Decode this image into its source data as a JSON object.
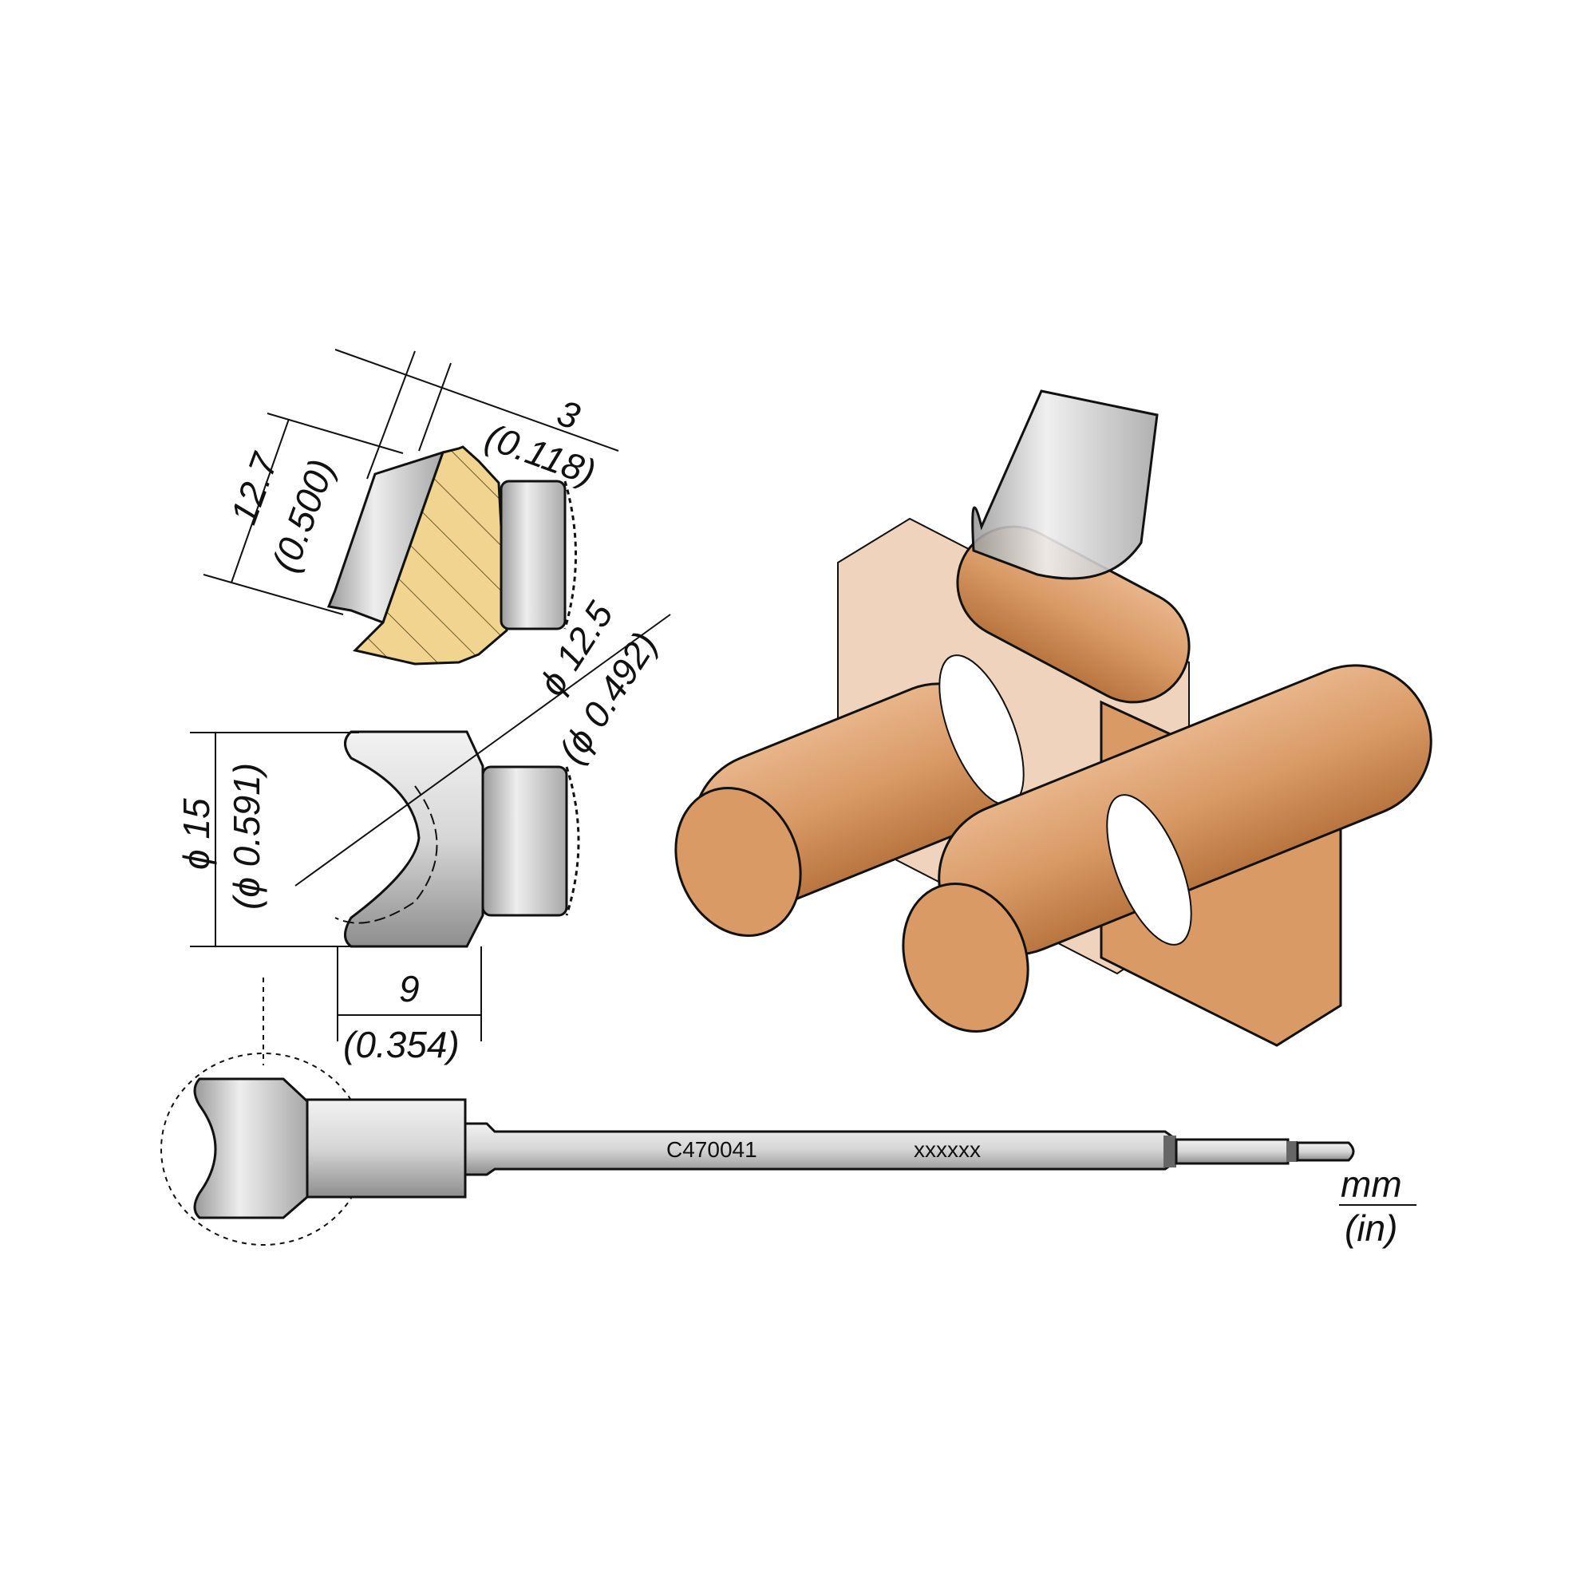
{
  "dimensions": {
    "width_3": {
      "mm": "3",
      "in": "(0.118)"
    },
    "length_12_7": {
      "mm": "12.7",
      "in": "(0.500)"
    },
    "inner_diameter": {
      "mm": "ϕ 12.5",
      "in": "(ϕ 0.492)"
    },
    "outer_diameter": {
      "mm": "ϕ 15",
      "in": "(ϕ 0.591)"
    },
    "depth_9": {
      "mm": "9",
      "in": "(0.354)"
    }
  },
  "tip": {
    "part_number": "C470041",
    "marking": "xxxxxx"
  },
  "units": {
    "primary": "mm",
    "secondary": "(in)"
  },
  "colors": {
    "copper": "#d99a66",
    "section_fill": "#f1d48f",
    "steel": "#c8c8c8",
    "plate": "#e9c4a7"
  }
}
